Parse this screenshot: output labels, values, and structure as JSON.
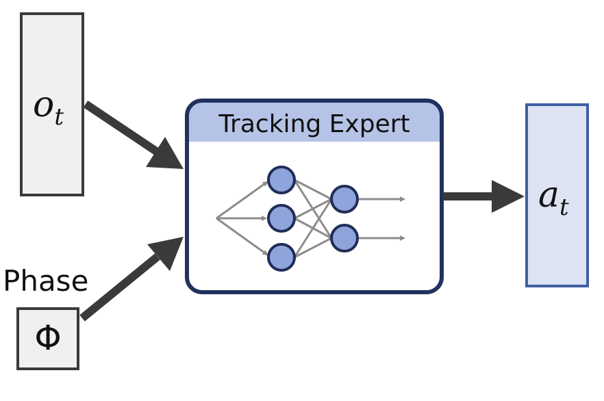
{
  "diagram": {
    "observation": {
      "symbol": "o",
      "subscript": "t"
    },
    "phase": {
      "label": "Phase",
      "symbol": "Φ"
    },
    "expert": {
      "title": "Tracking Expert"
    },
    "action": {
      "symbol": "a",
      "subscript": "t"
    }
  },
  "colors": {
    "input_box_fill": "#f0f0f0",
    "input_box_stroke": "#3a3a3a",
    "expert_border": "#22325e",
    "expert_header": "#b4c3e6",
    "action_fill": "#dde3f3",
    "action_stroke": "#3f5ea4",
    "node_fill": "#8fa4da",
    "node_stroke": "#1f2d57",
    "nn_arrow": "#8c8c8c",
    "flow_arrow": "#3a3a3a"
  }
}
